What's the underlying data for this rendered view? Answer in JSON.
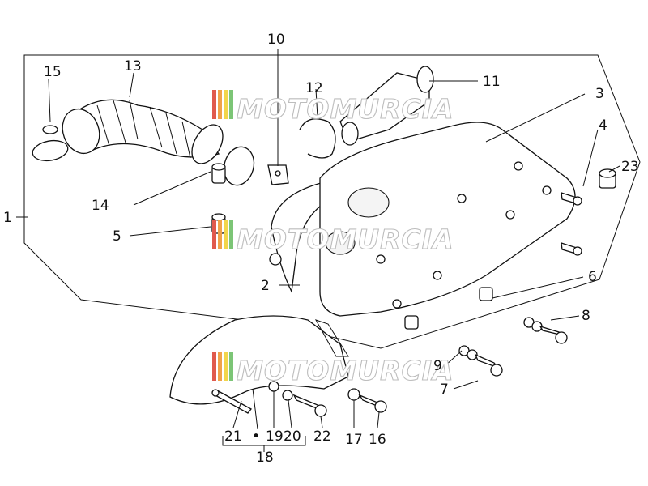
{
  "diagram": {
    "callouts": {
      "c1": "1",
      "c2": "2",
      "c3": "3",
      "c4": "4",
      "c5": "5",
      "c6": "6",
      "c7": "7",
      "c8": "8",
      "c9": "9",
      "c10": "10",
      "c11": "11",
      "c12": "12",
      "c13": "13",
      "c14": "14",
      "c15": "15",
      "c16": "16",
      "c17": "17",
      "c18": "18",
      "c19": "19",
      "c20": "20",
      "c21": "21",
      "c22": "22",
      "c23": "23"
    },
    "bullet": "•"
  },
  "watermark": {
    "text": "MOTOMURCIA",
    "colors": [
      "#e05a4e",
      "#f0a24a",
      "#f2d64b",
      "#7cc576"
    ]
  }
}
